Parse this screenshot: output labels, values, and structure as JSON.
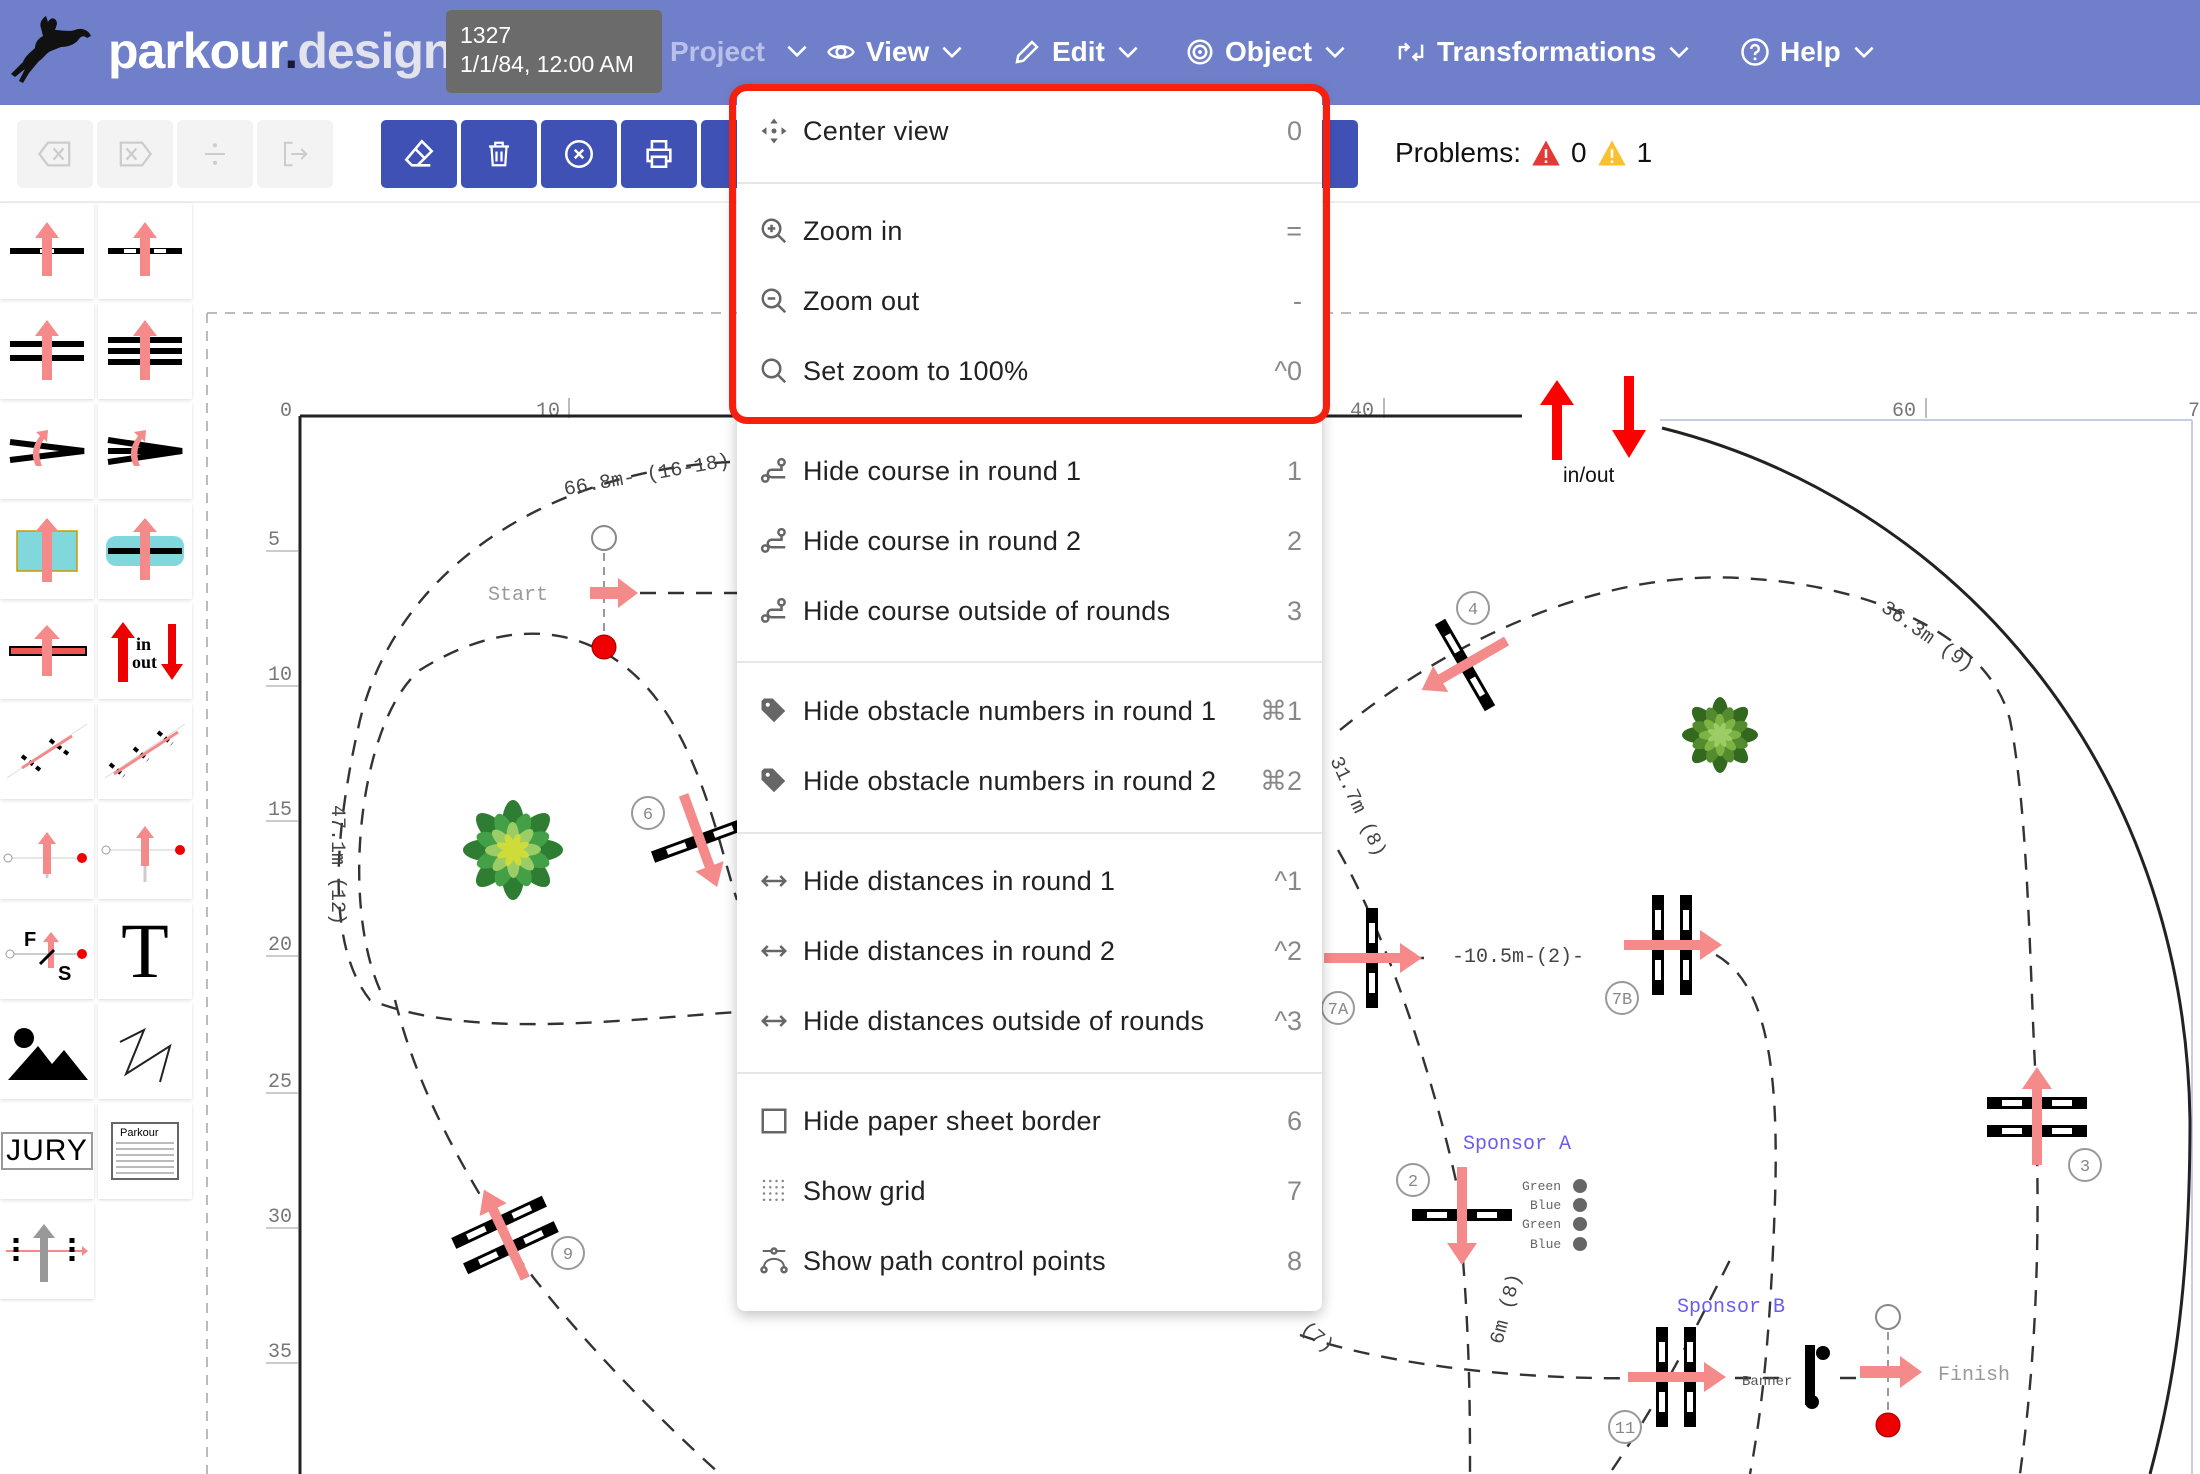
{
  "header": {
    "logo_main": "parkour",
    "logo_dot": ".",
    "logo_suffix": "design",
    "project_label": "Project",
    "tooltip_id": "1327",
    "tooltip_date": "1/1/84, 12:00 AM",
    "menus": [
      "View",
      "Edit",
      "Object",
      "Transformations",
      "Help"
    ]
  },
  "problems": {
    "label": "Problems:",
    "errors": "0",
    "warnings": "1"
  },
  "view_menu": {
    "items": [
      {
        "label": "Center view",
        "shortcut": "0"
      },
      {
        "label": "Zoom in",
        "shortcut": "="
      },
      {
        "label": "Zoom out",
        "shortcut": "-"
      },
      {
        "label": "Set zoom to 100%",
        "shortcut": "^0"
      },
      {
        "label": "Hide course in round 1",
        "shortcut": "1"
      },
      {
        "label": "Hide course in round 2",
        "shortcut": "2"
      },
      {
        "label": "Hide course outside of rounds",
        "shortcut": "3"
      },
      {
        "label": "Hide obstacle numbers in round 1",
        "shortcut": "⌘1"
      },
      {
        "label": "Hide obstacle numbers in round 2",
        "shortcut": "⌘2"
      },
      {
        "label": "Hide distances in round 1",
        "shortcut": "^1"
      },
      {
        "label": "Hide distances in round 2",
        "shortcut": "^2"
      },
      {
        "label": "Hide distances outside of rounds",
        "shortcut": "^3"
      },
      {
        "label": "Hide paper sheet border",
        "shortcut": "6"
      },
      {
        "label": "Show grid",
        "shortcut": "7"
      },
      {
        "label": "Show path control points",
        "shortcut": "8"
      }
    ]
  },
  "sidebar": {
    "in_label": "in",
    "out_label": "out",
    "f_label": "F",
    "s_label": "S",
    "text_tool": "T",
    "jury_label": "JURY",
    "parkour_label": "Parkour"
  },
  "canvas": {
    "ruler_top": [
      "0",
      "10",
      "40",
      "60",
      "7"
    ],
    "ruler_left": [
      "5",
      "10",
      "15",
      "20",
      "25",
      "30",
      "35"
    ],
    "start_label": "Start",
    "finish_label": "Finish",
    "inout_label": "in/out",
    "distances": [
      "66.8m- (16-18)",
      "47.1m (12)",
      "36.3m (9)",
      "31.7m (8)",
      "-10.5m-(2)-",
      "(7)",
      "6m (8)"
    ],
    "obstacle_numbers": [
      "6",
      "9",
      "4",
      "7A",
      "7B",
      "3",
      "2",
      "11"
    ],
    "sponsor_a": "Sponsor A",
    "sponsor_b": "Sponsor B",
    "flag_labels": [
      "Green",
      "Blue",
      "Green",
      "Blue"
    ],
    "banner_label": "Banner"
  },
  "colors": {
    "header": "#6f7fca",
    "accent": "#3f51b5",
    "highlight": "#f5200d",
    "arrow": "#f48a8a",
    "sponsor": "#6a5cf0"
  }
}
